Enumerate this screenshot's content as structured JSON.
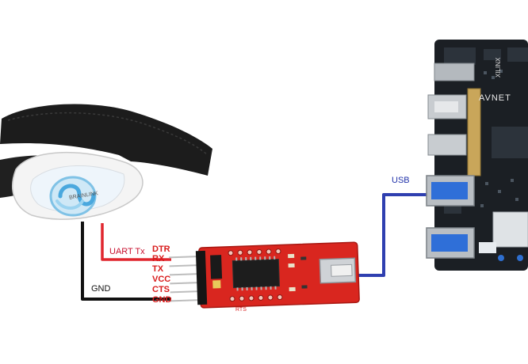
{
  "diagram": {
    "labels": {
      "uart": "UART Tx",
      "gnd": "GND",
      "usb": "USB",
      "rts": "RTS"
    },
    "pins": [
      "DTR",
      "RX",
      "TX",
      "VCC",
      "CTS",
      "GND"
    ],
    "headband_brand": "BRAINLINK",
    "board_brand": "AVNET",
    "board_brand2": "XILINX"
  },
  "colors": {
    "uart_wire": "#e0262e",
    "gnd_wire": "#111111",
    "usb_wire": "#2f3fb0",
    "adapter_pcb": "#d9261f",
    "board_pcb": "#1b1f24"
  }
}
